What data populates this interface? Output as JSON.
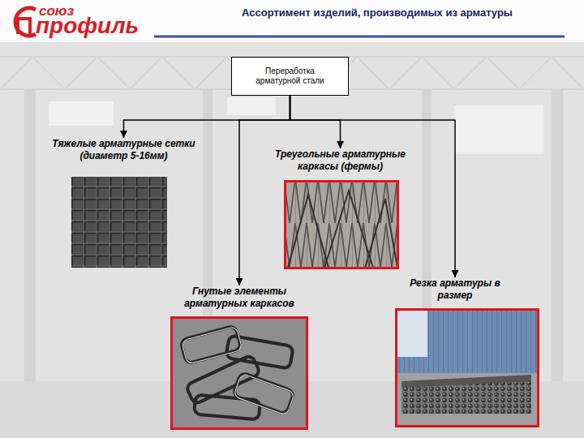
{
  "diagram": {
    "title": "Ассортимент изделий, производимых из арматуры",
    "nodes": [
      {
        "text": [
          "Переработка арматурной стали"
        ]
      },
      {
        "text": [
          "Тяжелые арматурные сетки (диаметр 5-16мм)"
        ]
      },
      {
        "text": [
          "Треугольные арматурные каркасы (фермы)"
        ]
      },
      {
        "text": [
          "Гнутые элементы арматурных каркасов"
        ]
      },
      {
        "text": [
          "Резка арматуры в размер"
        ]
      }
    ],
    "edges": [
      {
        "from": 0,
        "to": 1,
        "arrow": "to"
      },
      {
        "from": 0,
        "to": 2,
        "arrow": "to"
      },
      {
        "from": 0,
        "to": 3,
        "arrow": "to"
      },
      {
        "from": 0,
        "to": 4,
        "arrow": "to"
      }
    ],
    "labels": [
      "союз",
      "профиль"
    ]
  }
}
